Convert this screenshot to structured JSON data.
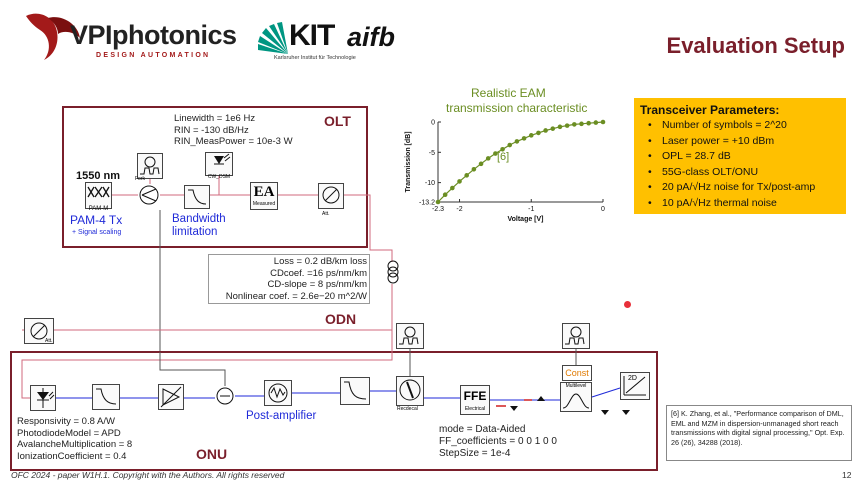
{
  "header": {
    "vpi_logo": "VPIphotonics",
    "vpi_tagline": "DESIGN AUTOMATION",
    "kit_logo": "KIT",
    "kit_sub": "Karlsruher Institut für Technologie",
    "aifb_logo": "aifb",
    "title": "Evaluation Setup"
  },
  "colors": {
    "title": "#7a1f2b",
    "box_border": "#7a1f2b",
    "label_blue": "#1f2ad8",
    "params_bg": "#ffc000",
    "curve": "#6b8e23"
  },
  "olt": {
    "label": "OLT",
    "wavelength": "1550 nm",
    "laser_params": [
      "Linewidth = 1e6 Hz",
      "RIN = -130 dB/Hz",
      "RIN_MeasPower = 10e-3 W"
    ],
    "tx_label": "PAM-4 Tx",
    "tx_sub": "+ Signal scaling",
    "bw_label": "Bandwidth limitation",
    "pam_block": "PAM-M",
    "fork": "Fork",
    "cw_block": "CW_DSM",
    "ea_block": "EA",
    "ea_sub": "Measured",
    "att_block": "Att."
  },
  "odn": {
    "label": "ODN",
    "fiber_params": [
      "Loss = 0.2 dB/km loss",
      "CDcoef. =16 ps/nm/km",
      "CD-slope = 8 ps/nm/km",
      "Nonlinear coef. = 2.6e−20 m^2/W"
    ],
    "att_block": "Att."
  },
  "eam_chart": {
    "title_line1": "Realistic EAM",
    "title_line2": "transmission characteristic",
    "ref": "[6]"
  },
  "chart_data": {
    "type": "line",
    "title": "",
    "xlabel": "Voltage [V]",
    "ylabel": "Transmission [dB]",
    "xlim": [
      -2.3,
      0
    ],
    "ylim": [
      -13.2,
      0
    ],
    "xticks": [
      "-2.3",
      "-2",
      "-1",
      "0"
    ],
    "yticks": [
      "0",
      "-5",
      "-10",
      "-13.2"
    ],
    "x": [
      -2.3,
      -2.2,
      -2.1,
      -2.0,
      -1.9,
      -1.8,
      -1.7,
      -1.6,
      -1.5,
      -1.4,
      -1.3,
      -1.2,
      -1.1,
      -1.0,
      -0.9,
      -0.8,
      -0.7,
      -0.6,
      -0.5,
      -0.4,
      -0.3,
      -0.2,
      -0.1,
      0.0
    ],
    "y": [
      -13.2,
      -12.0,
      -10.9,
      -9.8,
      -8.8,
      -7.8,
      -6.9,
      -6.0,
      -5.2,
      -4.5,
      -3.8,
      -3.2,
      -2.7,
      -2.2,
      -1.8,
      -1.4,
      -1.1,
      -0.8,
      -0.6,
      -0.4,
      -0.3,
      -0.2,
      -0.1,
      0.0
    ]
  },
  "params": {
    "title": "Transceiver Parameters:",
    "items": [
      "Number of symbols = 2^20",
      "Laser power = +10 dBm",
      "OPL = 28.7 dB",
      "55G-class OLT/ONU",
      "20 pA/√Hz noise for Tx/post-amp",
      "10 pA/√Hz thermal noise"
    ]
  },
  "onu": {
    "label": "ONU",
    "pd_params": [
      "Responsivity = 0.8 A/W",
      "PhotodiodeModel = APD",
      "AvalancheMultiplication = 8",
      "IonizationCoefficient = 0.4"
    ],
    "postamp_label": "Post-amplifier",
    "ffe_block": "FFE",
    "ffe_sub": "Electrical",
    "ffe_params": [
      "mode = Data-Aided",
      "FF_coefficients = 0 0 1 0 0",
      "StepSize = 1e-4"
    ],
    "const_block": "Const",
    "multilevel_block": "Multilevel",
    "ber_block": "2D",
    "att_block": "Att.",
    "recdecal": "Recdecal"
  },
  "reference": "[6] K. Zhang, et al., \"Performance comparison of DML, EML and MZM in dispersion-unmanaged short reach transmissions with digital signal processing,\" Opt. Exp. 26 (26), 34288 (2018).",
  "footer": {
    "text": "OFC 2024 - paper W1H.1. Copyright with the Authors. All rights reserved",
    "page": "12"
  }
}
